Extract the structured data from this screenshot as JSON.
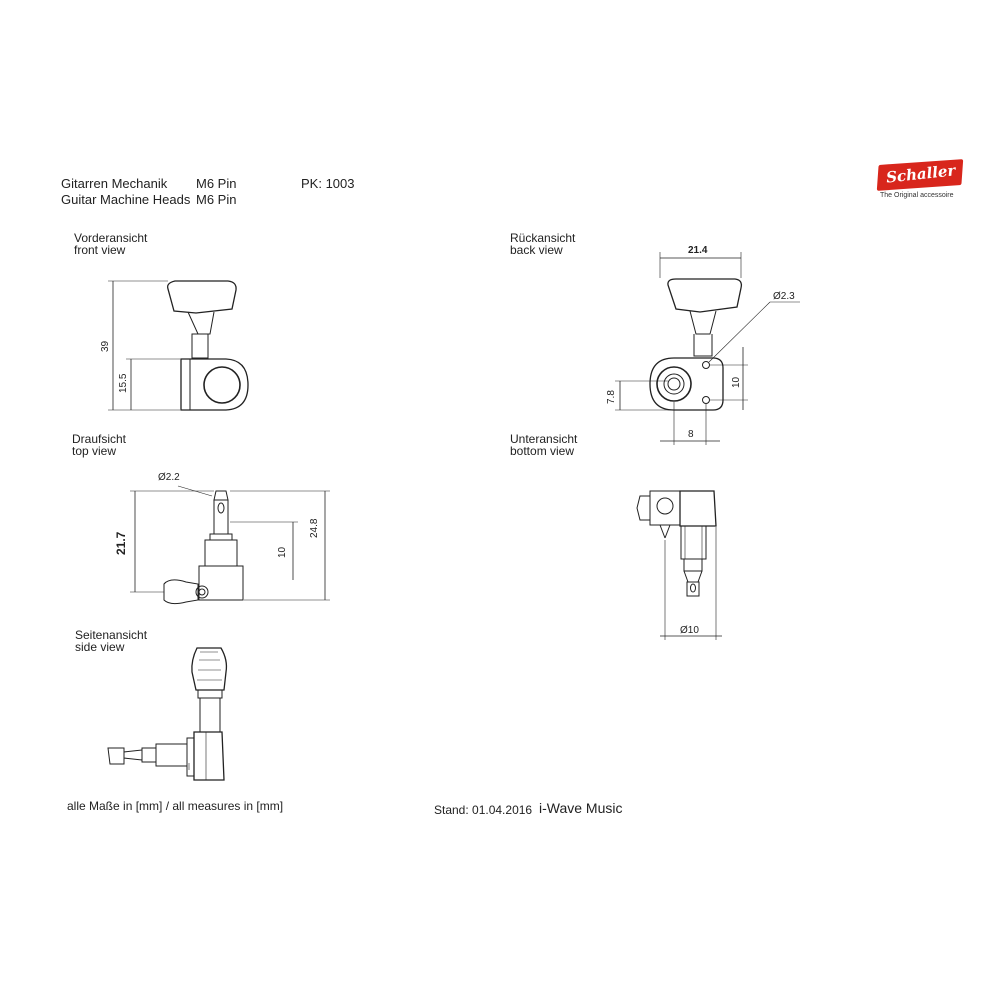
{
  "header": {
    "title_de": "Gitarren Mechanik",
    "title_en": "Guitar Machine Heads",
    "pin_de": "M6 Pin",
    "pin_en": "M6 Pin",
    "pk": "PK: 1003"
  },
  "logo": {
    "brand": "Schaller",
    "tagline": "The Original accessoire"
  },
  "views": {
    "front": {
      "de": "Vorderansicht",
      "en": "front view",
      "dims": [
        "39",
        "15.5"
      ]
    },
    "back": {
      "de": "Rückansicht",
      "en": "back view",
      "dims": [
        "21.4",
        "Ø2.3",
        "7.8",
        "10",
        "8"
      ]
    },
    "top": {
      "de": "Draufsicht",
      "en": "top view",
      "dims": [
        "Ø2.2",
        "21.7",
        "10",
        "24.8"
      ]
    },
    "bottom": {
      "de": "Unteransicht",
      "en": "bottom view",
      "dims": [
        "Ø10"
      ]
    },
    "side": {
      "de": "Seitenansicht",
      "en": "side view"
    }
  },
  "footer": {
    "measures": "alle Maße in [mm] / all measures in [mm]",
    "stand": "Stand: 01.04.2016",
    "company": "i-Wave Music"
  },
  "colors": {
    "line": "#222222",
    "accent": "#d8261c"
  }
}
